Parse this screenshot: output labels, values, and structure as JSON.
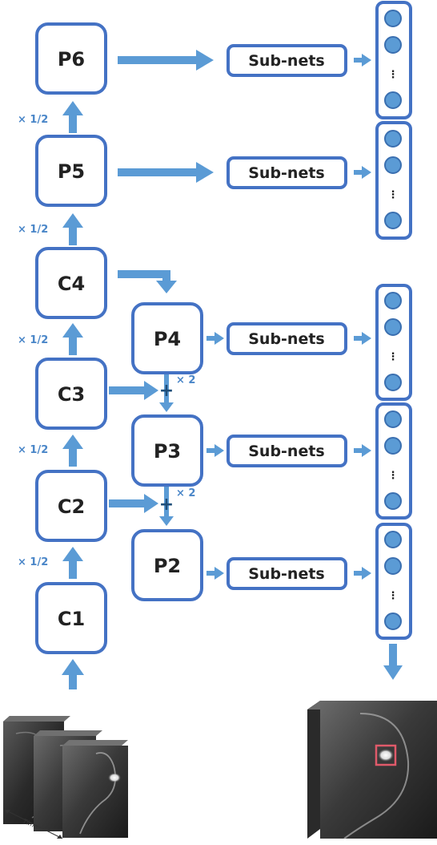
{
  "colors": {
    "box_border": "#4472c4",
    "arrow": "#5b9bd5",
    "circle_fill": "#5b9bd5",
    "label_blue": "#4a86c8",
    "detection_box": "#e05a6a"
  },
  "backbone": {
    "c1": "C1",
    "c2": "C2",
    "c3": "C3",
    "c4": "C4",
    "p5": "P5",
    "p6": "P6"
  },
  "pyramid": {
    "p4": "P4",
    "p3": "P3",
    "p2": "P2"
  },
  "subnet_label": "Sub-nets",
  "downsample_label": "× 1/2",
  "upsample_label": "× 2",
  "merge_symbol": "+",
  "output_ellipsis": "⋮",
  "input_axis_label": "Time"
}
